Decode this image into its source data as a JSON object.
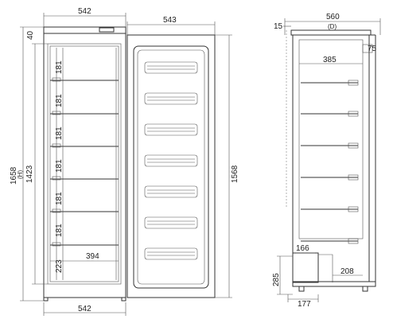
{
  "front_view": {
    "width_top": "542",
    "width_bottom": "542",
    "lid_height": "40",
    "total_height": "1658",
    "total_height_unit": "(H)",
    "interior_height": "1423",
    "shelf_spacing": [
      "181",
      "181",
      "181",
      "181",
      "181",
      "181"
    ],
    "bottom_compartment_height": "223",
    "interior_width": "394"
  },
  "door_view": {
    "width": "543",
    "height": "1568"
  },
  "side_view": {
    "depth": "560",
    "depth_unit": "(D)",
    "back_offset": "15",
    "handle_depth": "75",
    "shelf_depth": "385",
    "compressor_width": "166",
    "compressor_depth": "208",
    "compressor_height": "285",
    "foot_width": "177"
  },
  "colors": {
    "line": "#333333",
    "text": "#222222",
    "background": "#ffffff"
  }
}
